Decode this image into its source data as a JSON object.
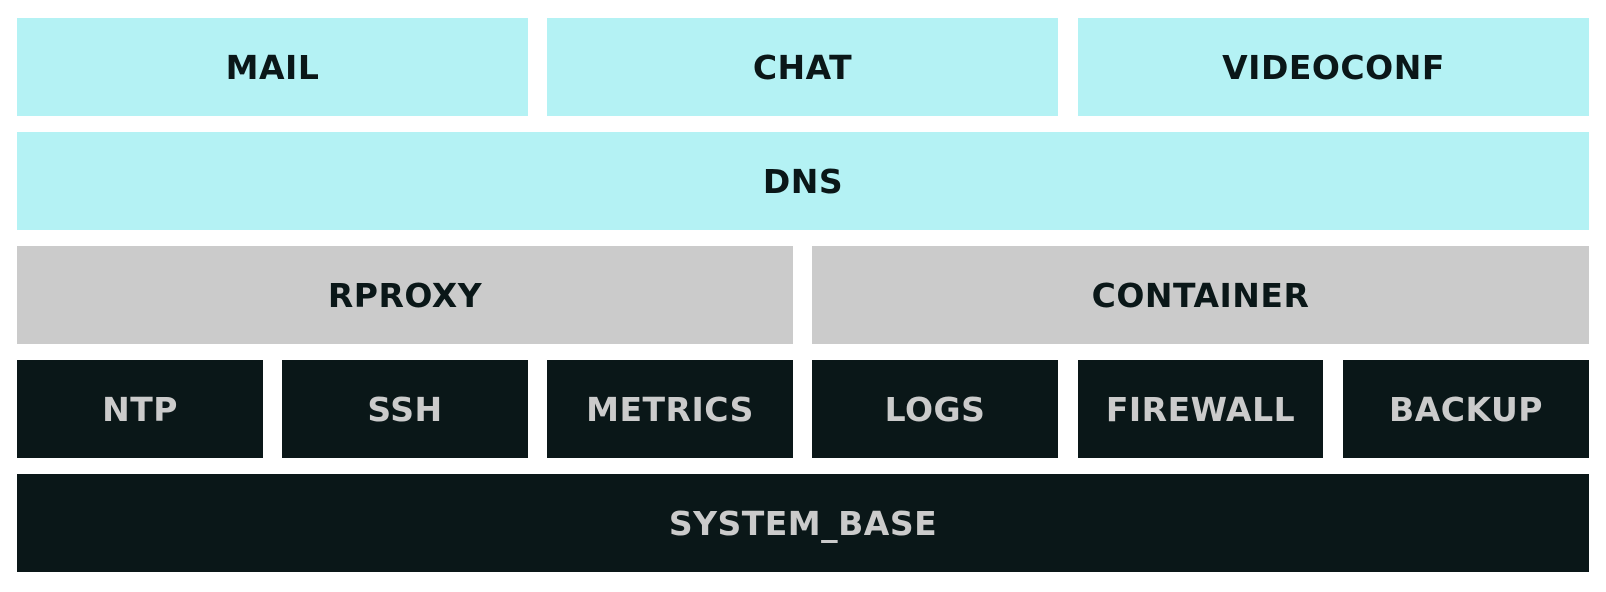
{
  "layers": {
    "apps": {
      "mail": "MAIL",
      "chat": "CHAT",
      "videoconf": "VIDEOCONF"
    },
    "dns": "DNS",
    "services": {
      "rproxy": "RPROXY",
      "container": "CONTAINER"
    },
    "base_services": {
      "ntp": "NTP",
      "ssh": "SSH",
      "metrics": "METRICS",
      "logs": "LOGS",
      "firewall": "FIREWALL",
      "backup": "BACKUP"
    },
    "system_base": "SYSTEM_BASE"
  },
  "colors": {
    "app_layer": "#b4f2f4",
    "service_layer": "#cbcbcb",
    "base_layer": "#0a1718",
    "dark_text": "#0a1718",
    "light_text": "#cbcbcb"
  }
}
